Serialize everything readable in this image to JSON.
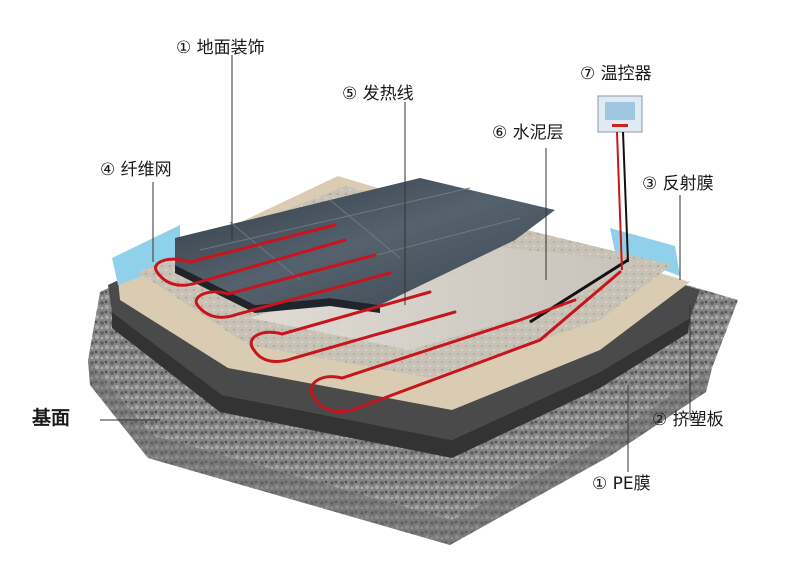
{
  "labels": {
    "floor_finish": "① 地面装饰",
    "heating_wire": "⑤ 发热线",
    "thermostat": "⑦ 温控器",
    "fiber_mesh": "④ 纤维网",
    "cement_layer": "⑥ 水泥层",
    "reflective_film": "③ 反射膜",
    "base_surface": "基面",
    "xps_board": "② 挤塑板",
    "pe_film": "① PE膜"
  },
  "colors": {
    "heating_wire": "#c8141c",
    "tile": "#3e4a55",
    "cement": "#c9c3b8",
    "foam_board": "#4a4a4a",
    "concrete": "#7a7a7a",
    "film_blue": "#8fd0ea"
  }
}
